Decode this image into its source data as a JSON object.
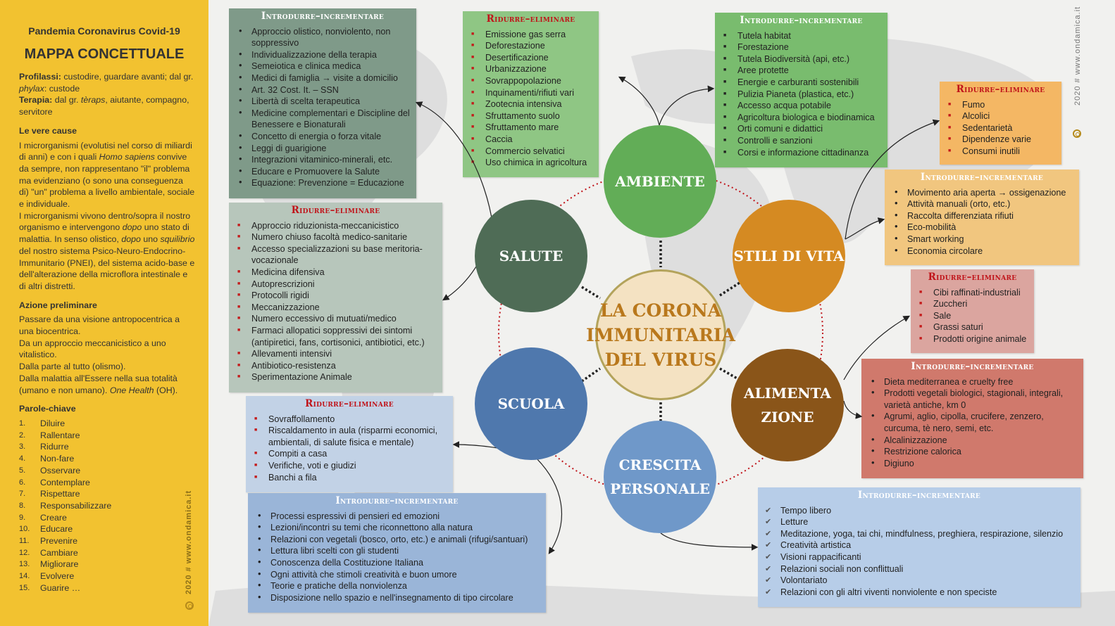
{
  "sidebar": {
    "subtitle": "Pandemia Coronavirus Covid-19",
    "title": "MAPPA CONCETTUALE",
    "profilassi_label": "Profilassi:",
    "profilassi_text": " custodire, guardare avanti; dal gr. ",
    "profilassi_word": "phylax",
    "profilassi_tail": ": custode",
    "terapia_label": "Terapia:",
    "terapia_text": " dal gr. ",
    "terapia_word": "tèraps",
    "terapia_tail": ", aiutante, compagno, servitore",
    "cause_heading": "Le vere cause",
    "cause_text_1": "I microrganismi (evolutisi nel corso di miliardi di anni) e con i quali ",
    "cause_italic_1": "Homo sapiens",
    "cause_text_2": " convive da sempre, non rappresentano \"il\" problema ma evidenziano (o sono una conseguenza di) \"un\" problema a livello ambientale, sociale e individuale.",
    "cause_text_3": "I microrganismi vivono dentro/sopra il nostro organismo e intervengono ",
    "cause_italic_2": "dopo",
    "cause_text_4": " uno stato di malattia.  In senso olistico, ",
    "cause_italic_3": "dopo",
    "cause_text_5": " uno ",
    "cause_italic_4": "squilibrio",
    "cause_text_6": " del nostro sistema Psico-Neuro-Endocrino-Immunitario (PNEI), del sistema acido-base e dell'alterazione della microflora intestinale e di altri distretti.",
    "azione_heading": "Azione preliminare",
    "azione_1": "Passare da una visione antropocentrica a una biocentrica.",
    "azione_2": "Da un approccio meccanicistico a uno vitalistico.",
    "azione_3": "Dalla parte al tutto (olismo).",
    "azione_4a": "Dalla malattia all'Essere nella sua totalità (umano e non umano). ",
    "azione_4b": "One Health",
    "azione_4c": " (OH).",
    "keywords_heading": "Parole-chiave",
    "keywords": [
      {
        "n": "1.",
        "w": "Diluire"
      },
      {
        "n": "2.",
        "w": "Rallentare"
      },
      {
        "n": "3.",
        "w": "Ridurre"
      },
      {
        "n": "4.",
        "w": "Non-fare"
      },
      {
        "n": "5.",
        "w": "Osservare"
      },
      {
        "n": "6.",
        "w": "Contemplare"
      },
      {
        "n": "7.",
        "w": "Rispettare"
      },
      {
        "n": "8.",
        "w": "Responsabilizzare"
      },
      {
        "n": "9.",
        "w": "Creare"
      },
      {
        "n": "10.",
        "w": "Educare"
      },
      {
        "n": "11.",
        "w": "Prevenire"
      },
      {
        "n": "12.",
        "w": "Cambiare"
      },
      {
        "n": "13.",
        "w": "Migliorare"
      },
      {
        "n": "14.",
        "w": "Evolvere"
      },
      {
        "n": "15.",
        "w": "Guarire …"
      }
    ],
    "credit": "2020  #  www.ondamica.it"
  },
  "credit_right": "2020  #  www.ondamica.it",
  "center": "LA CORONA\nIMMUNITARIA\nDEL VIRUS",
  "circles": [
    {
      "label": "AMBIENTE",
      "color": "#62ad57"
    },
    {
      "label": "SALUTE",
      "color": "#4f6c56"
    },
    {
      "label": "STILI DI VITA",
      "color": "#d58a22"
    },
    {
      "label": "SCUOLA",
      "color": "#4f78ad"
    },
    {
      "label": "ALIMENTA\nZIONE",
      "color": "#8a5519"
    },
    {
      "label": "CRESCITA\nPERSONALE",
      "color": "#6f98c9"
    }
  ],
  "boxes": [
    {
      "title": "Introdurre–incrementare",
      "color": "#7f9a89",
      "items": [
        "Approccio olistico, nonviolento, non soppressivo",
        "Individualizzazione della terapia",
        "Semeiotica e clinica medica",
        "Medici di famiglia → visite a domicilio",
        "Art. 32 Cost. It. – SSN",
        "Libertà di scelta terapeutica",
        "Medicine complementari e Discipline del Benessere e Bionaturali",
        "Concetto di energia o forza vitale",
        "Leggi di guarigione",
        "Integrazioni vitaminico-minerali, etc.",
        "Educare e Promuovere la Salute",
        "Equazione: Prevenzione = Educazione"
      ]
    },
    {
      "title": "Ridurre–eliminare",
      "color": "#b7c6bb",
      "items": [
        "Approccio riduzionista-meccanicistico",
        "Numero chiuso facoltà medico-sanitarie",
        "Accesso specializzazioni su base meritoria-vocazionale",
        "Medicina difensiva",
        "Autoprescrizioni",
        "Protocolli rigidi",
        "Meccanizzazione",
        "Numero eccessivo di mutuati/medico",
        "Farmaci allopatici soppressivi dei sintomi (antipiretici, fans, cortisonici, antibiotici, etc.)",
        "Allevamenti intensivi",
        "Antibiotico-resistenza",
        "Sperimentazione Animale"
      ]
    },
    {
      "title": "Ridurre–eliminare",
      "color": "#8fc684",
      "items": [
        "Emissione gas serra",
        "Deforestazione",
        "Desertificazione",
        "Urbanizzazione",
        "Sovrappopolazione",
        "Inquinamenti/rifiuti vari",
        "Zootecnia intensiva",
        "Sfruttamento suolo",
        "Sfruttamento mare",
        "Caccia",
        "Commercio selvatici",
        "Uso chimica in agricoltura"
      ]
    },
    {
      "title": "Introdurre–incrementare",
      "color": "#79bc6e",
      "items": [
        "Tutela habitat",
        "Forestazione",
        "Tutela Biodiversità (api, etc.)",
        "Aree protette",
        "Energie e carburanti  sostenibili",
        "Pulizia Pianeta (plastica, etc.)",
        "Accesso acqua potabile",
        "Agricoltura biologica e biodinamica",
        "Orti comuni e didattici",
        "Controlli e sanzioni",
        "Corsi e informazione cittadinanza"
      ]
    },
    {
      "title": "Ridurre–eliminare",
      "color": "#f4b764",
      "items": [
        "Fumo",
        "Alcolici",
        "Sedentarietà",
        "Dipendenze varie",
        "Consumi inutili"
      ]
    },
    {
      "title": "Introdurre–incrementare",
      "color": "#f1c67f",
      "items": [
        "Movimento aria aperta → ossigenazione",
        "Attività manuali (orto, etc.)",
        "Raccolta differenziata rifiuti",
        "Eco-mobilità",
        "Smart working",
        "Economia circolare"
      ]
    },
    {
      "title": "Ridurre–eliminare",
      "color": "#dba59f",
      "items": [
        "Cibi raffinati-industriali",
        "Zuccheri",
        "Sale",
        "Grassi saturi",
        "Prodotti origine animale"
      ]
    },
    {
      "title": "Introdurre–incrementare",
      "color": "#d0796c",
      "items": [
        "Dieta mediterranea e cruelty free",
        "Prodotti vegetali biologici, stagionali, integrali, varietà antiche, km 0",
        "Agrumi, aglio, cipolla, crucifere, zenzero, curcuma, tè nero, semi, etc.",
        "Alcalinizzazione",
        "Restrizione calorica",
        "Digiuno"
      ]
    },
    {
      "title": "Ridurre–eliminare",
      "color": "#c2d2e6",
      "items": [
        "Sovraffollamento",
        "Riscaldamento in aula (risparmi economici, ambientali, di salute fisica e mentale)",
        "Compiti a casa",
        "Verifiche, voti e giudizi",
        "Banchi a fila"
      ]
    },
    {
      "title": "Introdurre–incrementare",
      "color": "#9ab5d8",
      "items": [
        "Processi espressivi di pensieri ed emozioni",
        "Lezioni/incontri su temi che riconnettono alla natura",
        "Relazioni con vegetali (bosco, orto, etc.) e animali (rifugi/santuari)",
        "Lettura libri scelti con gli  studenti",
        "Conoscenza della Costituzione Italiana",
        "Ogni attività che stimoli creatività e  buon umore",
        "Teorie e pratiche della nonviolenza",
        "Disposizione nello spazio e nell'insegnamento di tipo circolare"
      ]
    },
    {
      "title": "Introdurre–incrementare",
      "color": "#b7cde8",
      "items": [
        "Tempo libero",
        "Letture",
        "Meditazione, yoga, tai chi, mindfulness, preghiera, respirazione, silenzio",
        "Creatività artistica",
        "Visioni rappacificanti",
        "Relazioni sociali non conflittuali",
        "Volontariato",
        "Relazioni con gli altri viventi nonviolente e non speciste"
      ]
    }
  ]
}
